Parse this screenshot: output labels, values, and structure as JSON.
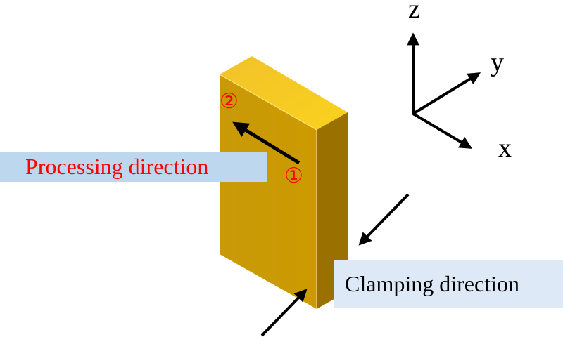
{
  "figure": {
    "labels": {
      "processing": "Processing direction",
      "clamping": "Clamping direction"
    },
    "markers": {
      "start": "①",
      "end": "②"
    },
    "axes": {
      "x": "x",
      "y": "y",
      "z": "z"
    },
    "colors": {
      "block_top": "#f5c518",
      "block_front": "#cc9a00",
      "block_side": "#9a7000",
      "processing_text": "#ff0000",
      "processing_box": "#bdd7ee",
      "clamping_box": "#dde9f6"
    }
  }
}
